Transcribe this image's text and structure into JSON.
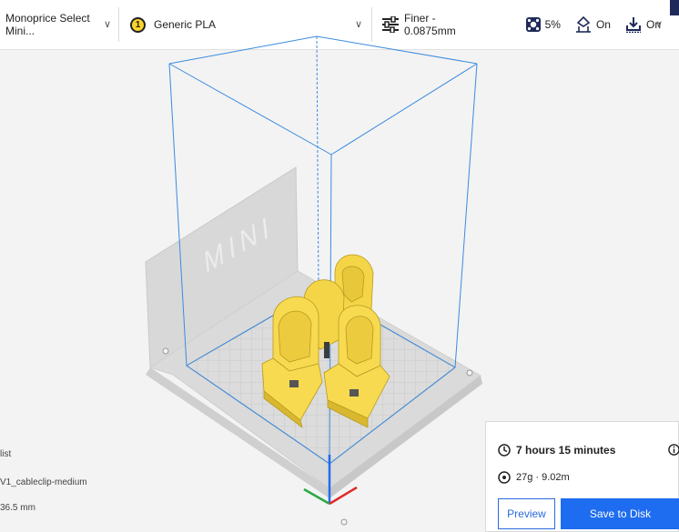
{
  "toolbar": {
    "printer": {
      "label": "Monoprice Select Mini...",
      "chevron": "chevron-down-icon"
    },
    "material": {
      "extruder_number": "1",
      "label": "Generic PLA",
      "chevron": "chevron-down-icon"
    },
    "settings": {
      "profile": "Finer - 0.0875mm",
      "infill": "5%",
      "support": "On",
      "adhesion": "On"
    }
  },
  "viewport": {
    "plate_logo": "MINI"
  },
  "left_panel": {
    "line1": "list",
    "line2": "V1_cableclip-medium",
    "line3": "36.5 mm"
  },
  "print_panel": {
    "time": "7 hours 15 minutes",
    "material_usage": "27g · 9.02m",
    "preview_label": "Preview",
    "save_label": "Save to Disk"
  },
  "colors": {
    "accent": "#1e6cf0",
    "model": "#f5d548",
    "badge": "#ffd429"
  }
}
